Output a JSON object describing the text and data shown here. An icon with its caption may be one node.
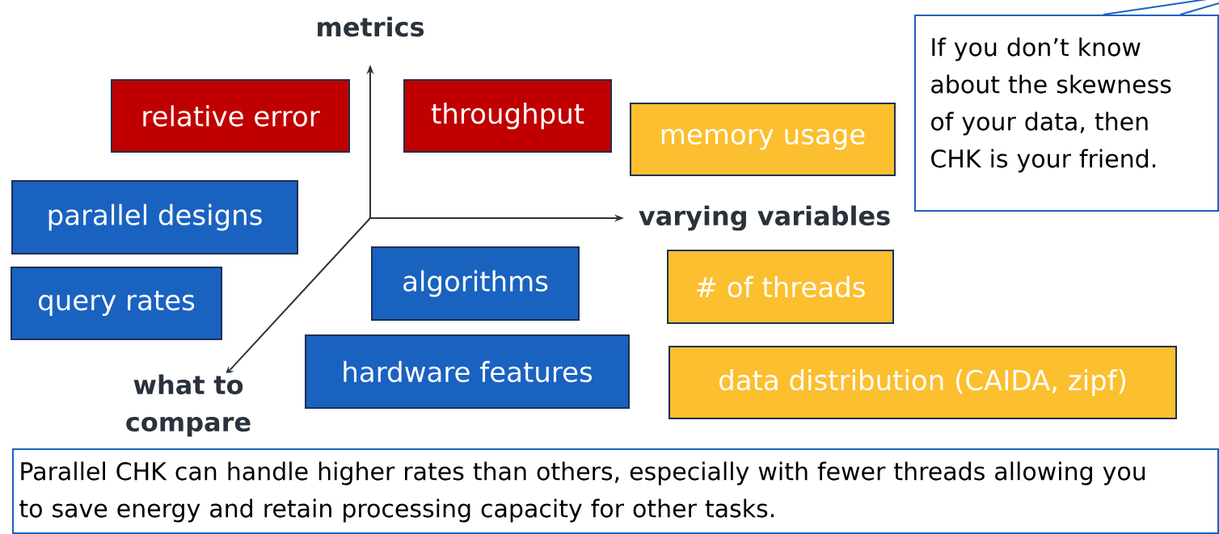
{
  "diagram": {
    "nodes": [
      {
        "text": [
          "relative error"
        ]
      },
      {
        "text": [
          "throughput"
        ]
      },
      {
        "text": [
          "memory usage"
        ]
      },
      {
        "text": [
          "parallel designs"
        ]
      },
      {
        "text": [
          "query rates"
        ]
      },
      {
        "text": [
          "algorithms"
        ]
      },
      {
        "text": [
          "# of threads"
        ]
      },
      {
        "text": [
          "hardware features"
        ]
      },
      {
        "text": [
          "data distribution (CAIDA, zipf)"
        ]
      },
      {
        "text": [
          "If you don’t know about the skewness of your data, then CHK is your friend."
        ]
      },
      {
        "text": [
          "Parallel CHK can handle higher rates than others, especially with fewer threads allowing you to save energy and retain processing capacity for other tasks."
        ]
      }
    ],
    "edges": [],
    "labels": [
      "metrics",
      "varying variables",
      "what to compare"
    ]
  }
}
